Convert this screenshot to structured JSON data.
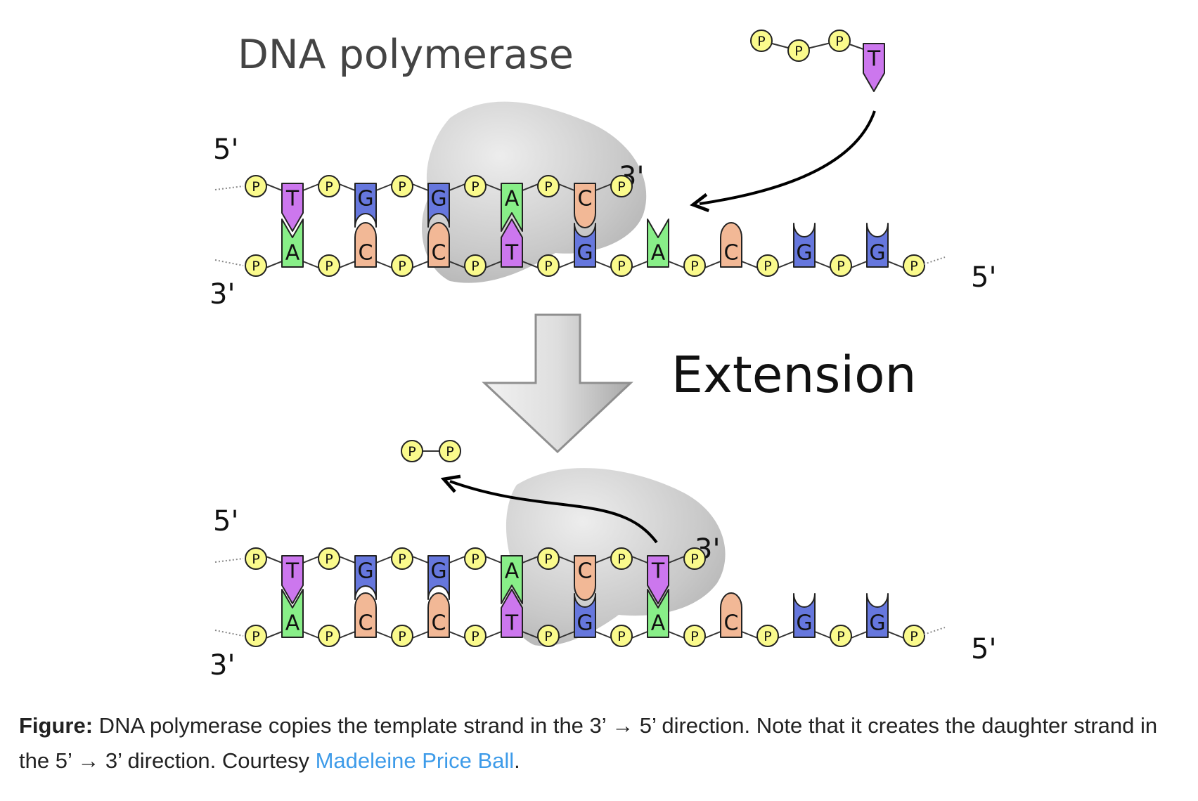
{
  "figure": {
    "title": "DNA polymerase",
    "step_label": "Extension",
    "end_labels": {
      "five_prime": "5'",
      "three_prime": "3'"
    },
    "phosphate_label": "P",
    "panels": [
      {
        "id": "before",
        "top_strand": [
          "T",
          "G",
          "G",
          "A",
          "C"
        ],
        "bottom_strand": [
          "A",
          "C",
          "C",
          "T",
          "G",
          "A",
          "C",
          "G",
          "G"
        ],
        "incoming_nucleotide": {
          "base": "T",
          "phosphates": [
            "P",
            "P",
            "P"
          ]
        }
      },
      {
        "id": "after",
        "top_strand": [
          "T",
          "G",
          "G",
          "A",
          "C",
          "T"
        ],
        "bottom_strand": [
          "A",
          "C",
          "C",
          "T",
          "G",
          "A",
          "C",
          "G",
          "G"
        ],
        "released_pyrophosphate": [
          "P",
          "P"
        ]
      }
    ],
    "colors": {
      "T": "#cc77ee",
      "A": "#88ee88",
      "G": "#6677dd",
      "C": "#f2b896",
      "phosphate": "#fafa8c",
      "polymerase": "#c6c6c6",
      "arrow": "#cfcfcf"
    }
  },
  "caption": {
    "label": "Figure:",
    "text": " DNA polymerase copies the template strand in the 3’ → 5’ direction. Note that it creates the daughter strand in the 5’ → 3’ direction. Courtesy ",
    "link_text": "Madeleine Price Ball",
    "end": "."
  }
}
